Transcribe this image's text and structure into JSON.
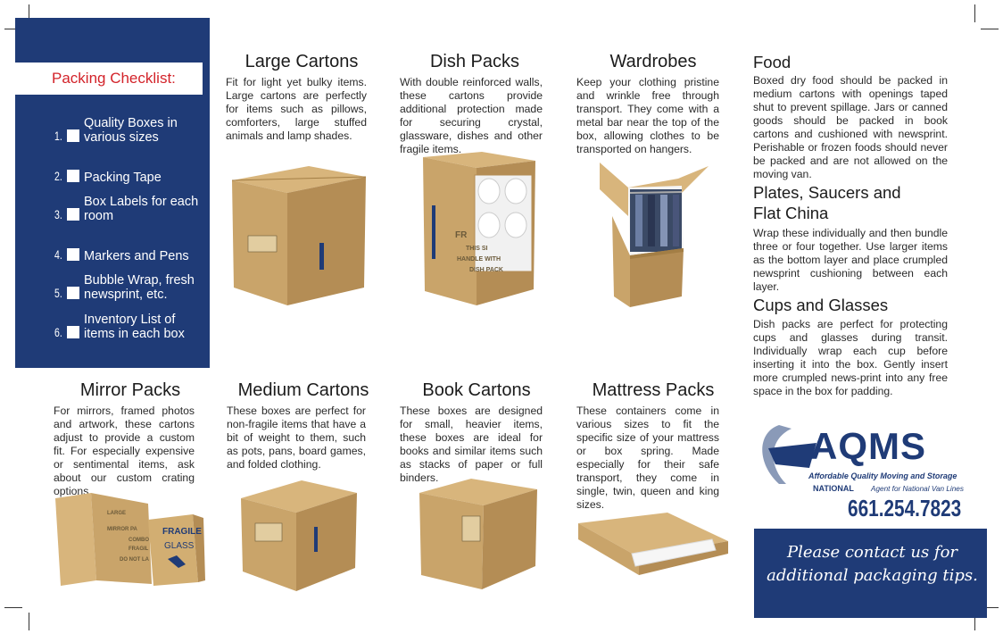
{
  "checklist": {
    "title": "Packing Checklist:",
    "items": [
      {
        "num": "1.",
        "label": "Quality Boxes in various sizes"
      },
      {
        "num": "2.",
        "label": "Packing Tape"
      },
      {
        "num": "3.",
        "label": "Box Labels for each room"
      },
      {
        "num": "4.",
        "label": "Markers and Pens"
      },
      {
        "num": "5.",
        "label": "Bubble Wrap, fresh newsprint, etc."
      },
      {
        "num": "6.",
        "label": "Inventory List of items in each box"
      }
    ]
  },
  "sections": {
    "large_cartons": {
      "title": "Large Cartons",
      "body": "Fit for light yet bulky items. Large cartons are perfectly for items such as pillows, comforters, large stuffed animals and lamp shades."
    },
    "dish_packs": {
      "title": "Dish Packs",
      "body": "With double reinforced walls, these cartons provide additional protection made for securing crystal, glassware, dishes and other fragile items."
    },
    "wardrobes": {
      "title": "Wardrobes",
      "body": "Keep your clothing pristine and wrinkle free through transport. They come with a metal bar near the top of the box, allowing clothes to be transported on hangers."
    },
    "mirror_packs": {
      "title": "Mirror Packs",
      "body": "For mirrors, framed photos and artwork, these cartons adjust to provide a custom fit. For especially expensive or sentimental items, ask about our custom crating options."
    },
    "medium_cartons": {
      "title": "Medium Cartons",
      "body": "These boxes are perfect for non-fragile items that have a bit of weight to them, such as pots, pans, board games, and folded clothing."
    },
    "book_cartons": {
      "title": "Book Cartons",
      "body": "These boxes are designed for small, heavier items, these boxes are ideal for books and similar items such as stacks of paper or full binders."
    },
    "mattress_packs": {
      "title": "Mattress Packs",
      "body": "These containers come in various sizes to fit the specific size of your mattress or box spring. Made especially for their safe transport, they come in single, twin, queen and king sizes."
    }
  },
  "right_column": {
    "food": {
      "title": "Food",
      "body": "Boxed dry food should be packed in medium cartons with openings taped shut to prevent spillage. Jars or canned goods should be packed in book cartons and cushioned with newsprint. Perishable or frozen foods should never be packed and are not allowed on the moving van."
    },
    "plates": {
      "title_line1": "Plates, Saucers and",
      "title_line2": "Flat China",
      "body": "Wrap these individually and then bundle three or four together. Use larger items as the bottom layer and place crumpled newsprint cushioning between each layer."
    },
    "cups": {
      "title": "Cups and Glasses",
      "body": "Dish packs are perfect for protecting cups and glasses during transit. Individually wrap each cup before inserting it into the box. Gently insert more crumpled news-print into any free space in the box for padding."
    }
  },
  "box_text": {
    "dish_pack": [
      "FR",
      "THIS SI",
      "HANDLE WITH",
      "DISH PACK"
    ],
    "mirror_left": [
      "LARGE",
      "MIRROR PA",
      "COMBO",
      "FRAGIL",
      "DO NOT LA"
    ],
    "mirror_right": [
      "FRAGILE",
      "GLASS"
    ]
  },
  "logo": {
    "name": "AQMS",
    "tagline": "Affordable Quality Moving and Storage",
    "national": "NATIONAL",
    "agent": "Agent for National Van Lines",
    "phone": "661.254.7823"
  },
  "contact": {
    "line1": "Please contact us for",
    "line2": "additional packaging tips."
  },
  "colors": {
    "navy": "#1f3b77",
    "red": "#d3232a",
    "cardboard": "#c9a46a",
    "cardboard_dark": "#a37e45"
  }
}
